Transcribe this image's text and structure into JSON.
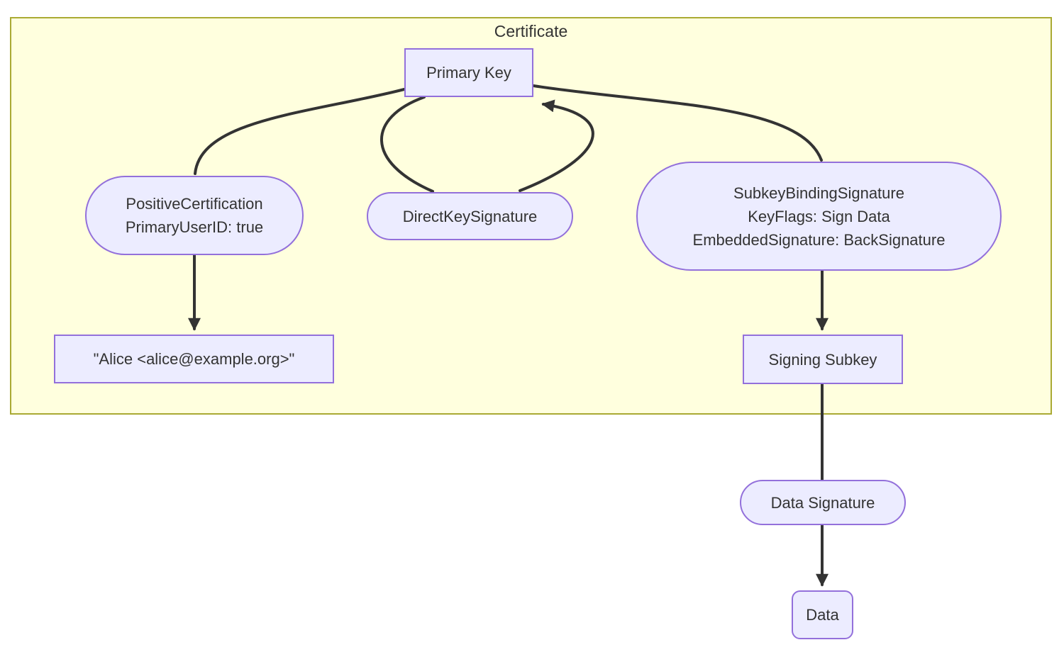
{
  "diagram": {
    "type": "flowchart",
    "cluster": {
      "title": "Certificate"
    },
    "nodes": {
      "primary_key": {
        "label": "Primary Key",
        "shape": "rectangle"
      },
      "positive_certification": {
        "label": "PositiveCertification\nPrimaryUserID: true",
        "shape": "stadium"
      },
      "direct_key_signature": {
        "label": "DirectKeySignature",
        "shape": "stadium"
      },
      "subkey_binding_signature": {
        "label": "SubkeyBindingSignature\nKeyFlags: Sign Data\nEmbeddedSignature: BackSignature",
        "shape": "stadium"
      },
      "user_id": {
        "label": "\"Alice <alice@example.org>\"",
        "shape": "rectangle"
      },
      "signing_subkey": {
        "label": "Signing Subkey",
        "shape": "rectangle"
      },
      "data_signature": {
        "label": "Data Signature",
        "shape": "stadium"
      },
      "data": {
        "label": "Data",
        "shape": "rounded-rectangle"
      }
    },
    "edges": [
      {
        "from": "Primary Key",
        "to": "PositiveCertification",
        "arrow": false
      },
      {
        "from": "PositiveCertification",
        "to": "\"Alice <alice@example.org>\"",
        "arrow": true
      },
      {
        "from": "Primary Key",
        "to": "DirectKeySignature",
        "arrow": false
      },
      {
        "from": "DirectKeySignature",
        "to": "Primary Key",
        "arrow": true
      },
      {
        "from": "Primary Key",
        "to": "SubkeyBindingSignature",
        "arrow": false
      },
      {
        "from": "SubkeyBindingSignature",
        "to": "Signing Subkey",
        "arrow": true
      },
      {
        "from": "Signing Subkey",
        "to": "Data Signature",
        "arrow": false
      },
      {
        "from": "Data Signature",
        "to": "Data",
        "arrow": true
      }
    ],
    "colors": {
      "cluster_fill": "#ffffde",
      "cluster_border": "#aaaa33",
      "node_fill": "#ececff",
      "node_border": "#9370db",
      "edge_color": "#333333",
      "text_color": "#333333",
      "page_background": "#ffffff"
    }
  }
}
